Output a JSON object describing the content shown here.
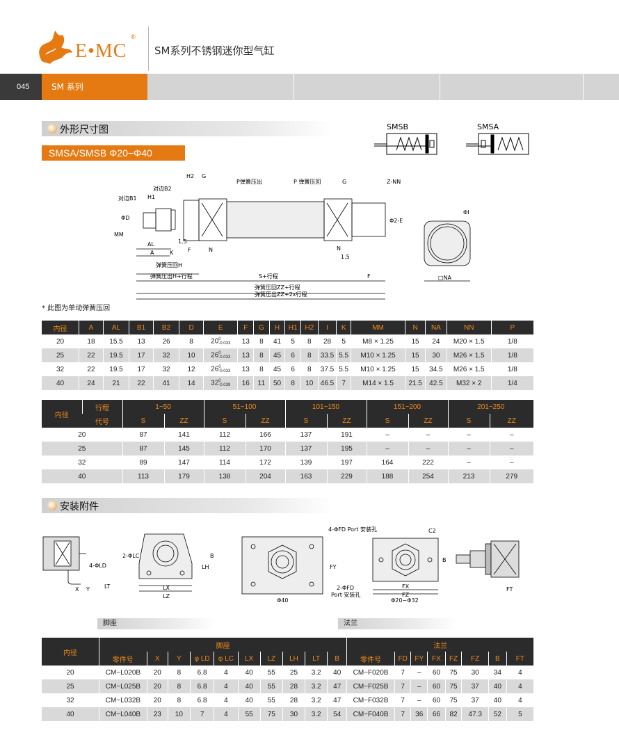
{
  "header": {
    "brand": "E•MC",
    "registered": "®",
    "title": "SM系列不锈钢迷你型气缸"
  },
  "band": {
    "page_number": "045",
    "series": "SM 系列"
  },
  "section1": {
    "title": "外形尺寸图",
    "model_tag": "SMSA/SMSB Φ20−Φ40",
    "small_labels": [
      "SMSB",
      "SMSA"
    ],
    "drawing_labels": {
      "h2": "H2",
      "g1": "G",
      "p_spring_out": "P弹簧压出",
      "p_spring_back": "P 弹簧压回",
      "g2": "G",
      "znn": "Z-NN",
      "b2": "对边B2",
      "h1": "H1",
      "b1": "对边B1",
      "phi_d": "ΦD",
      "mm": "MM",
      "phi_e": "Φ2-E",
      "al": "AL",
      "a": "A",
      "k": "K",
      "v15a": "1.5",
      "f1": "F",
      "n1": "N",
      "n2": "N",
      "v15b": "1.5",
      "spring_back_h": "弹簧压回H",
      "spring_out_h": "弹簧压出H+行程",
      "s_stroke": "S+行程",
      "f2": "F",
      "zz_back": "弹簧压回ZZ+行程",
      "zz_out": "弹簧压出ZZ+2x行程",
      "phi_i": "ΦI",
      "na": "□NA"
    },
    "note": "* 此图为单动弹簧压回"
  },
  "table1": {
    "headers": [
      "内径",
      "A",
      "AL",
      "B1",
      "B2",
      "D",
      "E",
      "F",
      "G",
      "H",
      "H1",
      "H2",
      "I",
      "K",
      "MM",
      "N",
      "NA",
      "NN",
      "P"
    ],
    "rows": [
      [
        "20",
        "18",
        "15.5",
        "13",
        "26",
        "8",
        "20",
        "13",
        "8",
        "41",
        "5",
        "8",
        "28",
        "5",
        "M8 × 1.25",
        "15",
        "24",
        "M20 × 1.5",
        "1/8"
      ],
      [
        "25",
        "22",
        "19.5",
        "17",
        "32",
        "10",
        "26",
        "13",
        "8",
        "45",
        "6",
        "8",
        "33.5",
        "5.5",
        "M10 × 1.25",
        "15",
        "30",
        "M26 × 1.5",
        "1/8"
      ],
      [
        "32",
        "22",
        "19.5",
        "17",
        "32",
        "12",
        "26",
        "13",
        "8",
        "45",
        "6",
        "8",
        "37.5",
        "5.5",
        "M10 × 1.25",
        "15",
        "34.5",
        "M26 × 1.5",
        "1/8"
      ],
      [
        "40",
        "24",
        "21",
        "22",
        "41",
        "14",
        "32",
        "16",
        "11",
        "50",
        "8",
        "10",
        "46.5",
        "7",
        "M14 × 1.5",
        "21.5",
        "42.5",
        "M32 × 2",
        "1/4"
      ]
    ],
    "e_tol_upper": "0",
    "e_tol_lower": [
      "-0.033",
      "-0.033",
      "-0.033",
      "-0.039"
    ]
  },
  "table2": {
    "bore_label": "内径",
    "stroke_label": "行程",
    "code_label": "代号",
    "ranges": [
      "1~50",
      "51~100",
      "101~150",
      "151~200",
      "201~250"
    ],
    "sub": [
      "S",
      "ZZ"
    ],
    "rows": [
      [
        "20",
        "87",
        "141",
        "112",
        "166",
        "137",
        "191",
        "–",
        "–",
        "–",
        "–"
      ],
      [
        "25",
        "87",
        "145",
        "112",
        "170",
        "137",
        "195",
        "–",
        "–",
        "–",
        "–"
      ],
      [
        "32",
        "89",
        "147",
        "114",
        "172",
        "139",
        "197",
        "164",
        "222",
        "–",
        "–"
      ],
      [
        "40",
        "113",
        "179",
        "138",
        "204",
        "163",
        "229",
        "188",
        "254",
        "213",
        "279"
      ]
    ]
  },
  "section2": {
    "title": "安装附件",
    "labels": {
      "phi_ld": "4-ΦLD",
      "x": "X",
      "y": "Y",
      "lt": "LT",
      "phi_lc": "2-ΦLC",
      "lh": "LH",
      "b1": "B",
      "lx": "LX",
      "lz": "LZ",
      "fd4": "4-ΦFD Port 安装孔",
      "fy": "FY",
      "fd2": "2-ΦFD",
      "port": "Port 安装孔",
      "phi40": "Φ40",
      "c2": "C2",
      "b2": "B",
      "fx": "FX",
      "fz": "FZ",
      "phi2032": "Φ20~Φ32",
      "ft": "FT"
    },
    "foot_label": "脚座",
    "flange_label": "法兰"
  },
  "table3": {
    "bore_label": "内径",
    "foot_group": "脚座",
    "flange_group": "法兰",
    "foot_headers": [
      "零件号",
      "X",
      "Y",
      "φ LD",
      "φ LC",
      "LX",
      "LZ",
      "LH",
      "LT",
      "B"
    ],
    "flange_headers": [
      "零件号",
      "FD",
      "FY",
      "FX",
      "FZ",
      "FZ",
      "B",
      "FT"
    ],
    "rows": [
      [
        "20",
        "CM−L020B",
        "20",
        "8",
        "6.8",
        "4",
        "40",
        "55",
        "25",
        "3.2",
        "40",
        "CM−F020B",
        "7",
        "–",
        "60",
        "75",
        "30",
        "34",
        "4"
      ],
      [
        "25",
        "CM−L025B",
        "20",
        "8",
        "6.8",
        "4",
        "40",
        "55",
        "28",
        "3.2",
        "47",
        "CM−F025B",
        "7",
        "–",
        "60",
        "75",
        "37",
        "40",
        "4"
      ],
      [
        "32",
        "CM−L032B",
        "20",
        "8",
        "6.8",
        "4",
        "40",
        "55",
        "28",
        "3.2",
        "47",
        "CM−F032B",
        "7",
        "–",
        "60",
        "75",
        "37",
        "40",
        "4"
      ],
      [
        "40",
        "CM−L040B",
        "23",
        "10",
        "7",
        "4",
        "55",
        "75",
        "30",
        "3.2",
        "54",
        "CM−F040B",
        "7",
        "36",
        "66",
        "82",
        "47.3",
        "52",
        "5"
      ]
    ]
  },
  "colors": {
    "accent": "#e57a12",
    "header_dark": "#2b2b2b",
    "row_alt": "#d9d9d9"
  }
}
